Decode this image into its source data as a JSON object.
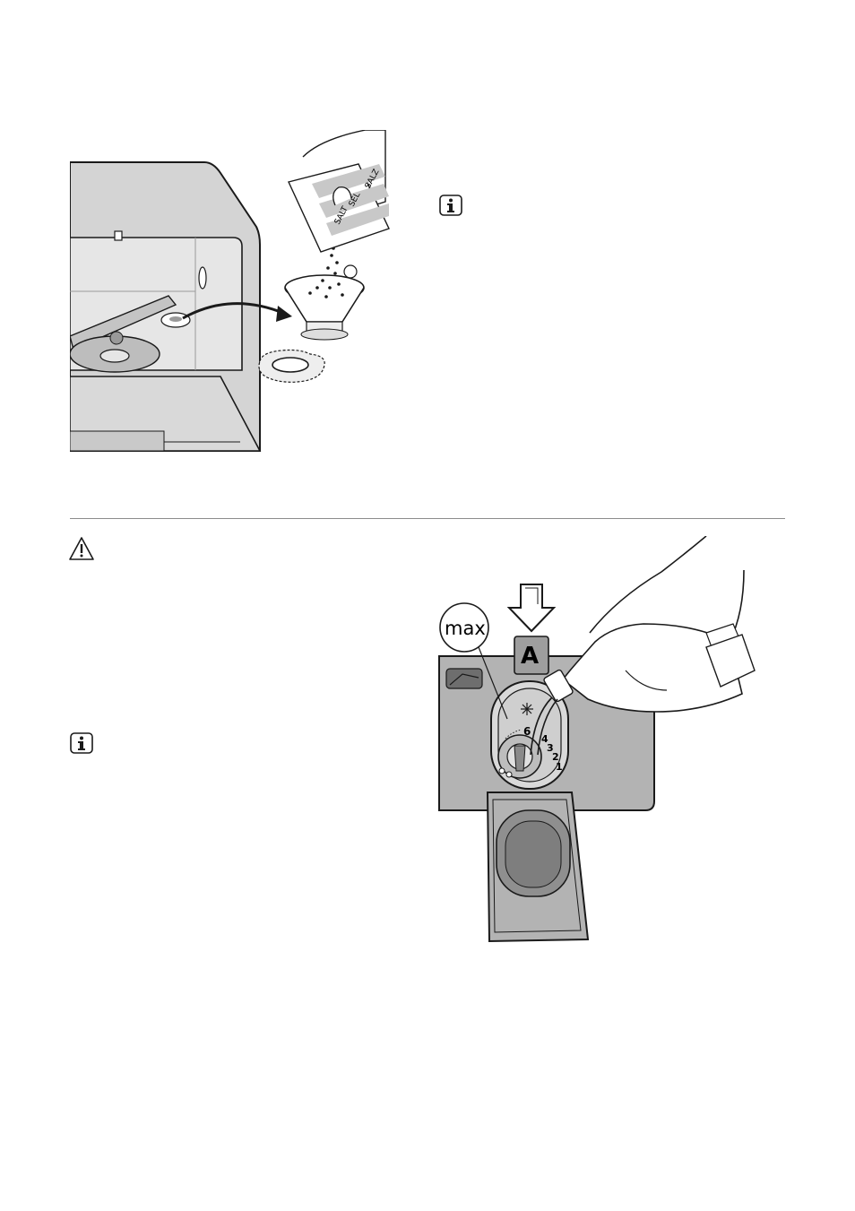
{
  "figure_salt": {
    "pouch_labels": [
      "SALT",
      "SEL",
      "SALZ"
    ]
  },
  "figure_rinse_aid": {
    "max_label": "max",
    "marker_label": "A",
    "dial_labels": [
      "6",
      "4",
      "3",
      "2",
      "1"
    ]
  },
  "icons": {
    "info_top": "info-icon",
    "warning": "warning-triangle-icon",
    "info_bottom": "info-icon"
  },
  "colors": {
    "panel_gray": "#b3b3b3",
    "cabinet_gray": "#d4d4d4",
    "outline": "#1a1a1a",
    "rule": "#8c8c8c"
  }
}
